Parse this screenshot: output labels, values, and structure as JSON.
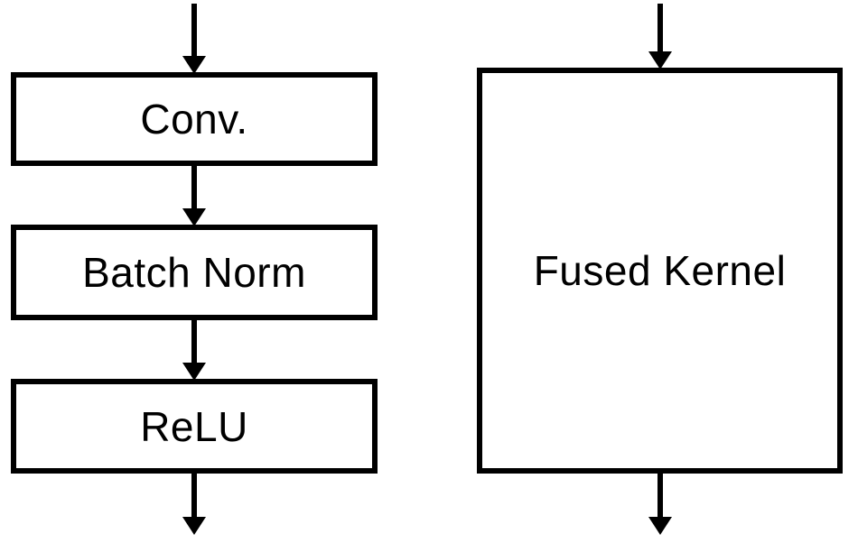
{
  "diagram": {
    "description": "Kernel fusion diagram: separate Conv/BatchNorm/ReLU ops versus one fused kernel",
    "colors": {
      "stroke": "#000000",
      "fill": "#ffffff",
      "text": "#000000"
    },
    "left_pipeline": {
      "boxes": [
        {
          "label": "Conv."
        },
        {
          "label": "Batch Norm"
        },
        {
          "label": "ReLU"
        }
      ],
      "arrow_count": 4
    },
    "right_pipeline": {
      "boxes": [
        {
          "label": "Fused Kernel"
        }
      ],
      "arrow_count": 2
    }
  }
}
